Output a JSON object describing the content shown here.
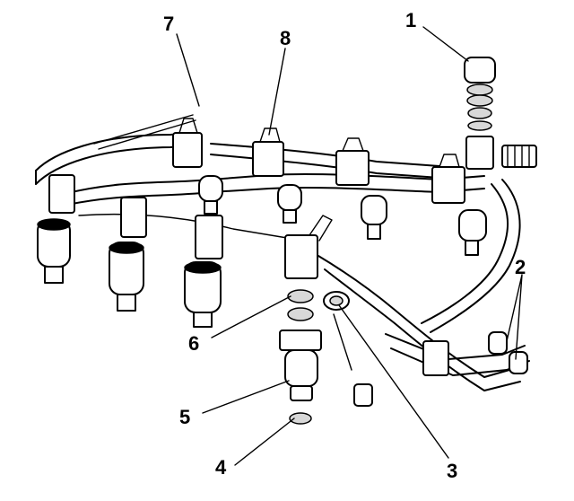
{
  "diagram": {
    "callouts": {
      "c1": "1",
      "c2": "2",
      "c3": "3",
      "c4": "4",
      "c5": "5",
      "c6": "6",
      "c7": "7",
      "c8": "8"
    }
  }
}
